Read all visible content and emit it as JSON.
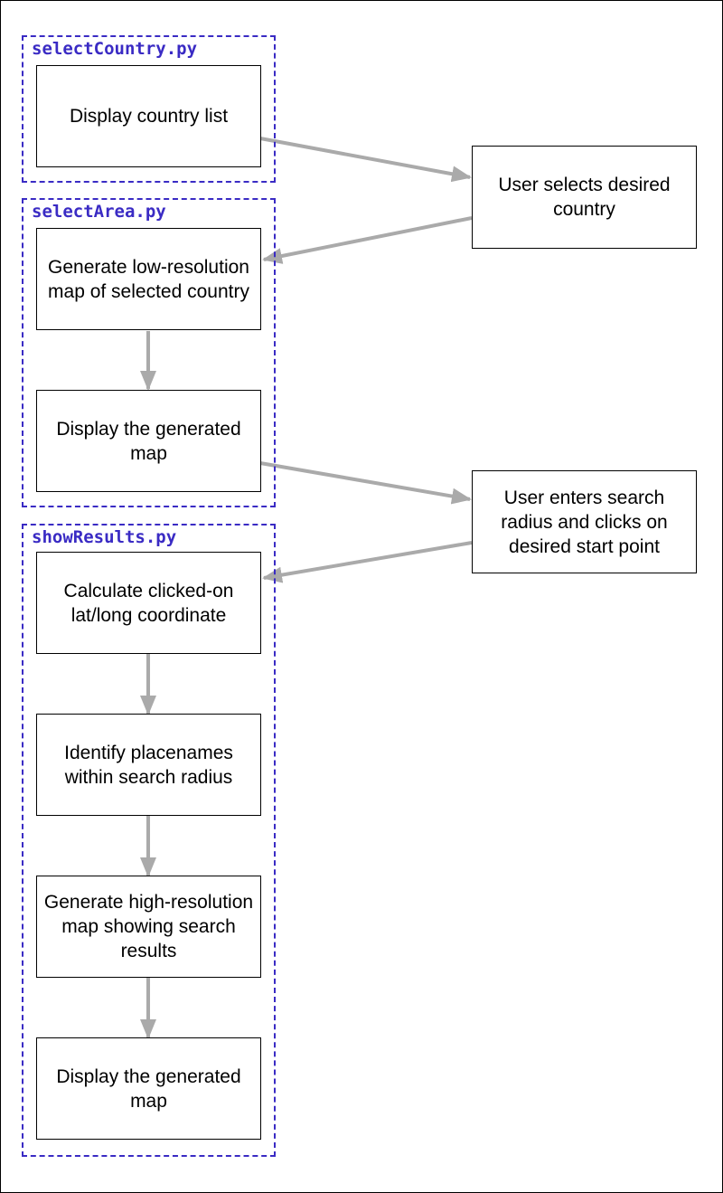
{
  "modules": [
    {
      "title": "selectCountry.py"
    },
    {
      "title": "selectArea.py"
    },
    {
      "title": "showResults.py"
    }
  ],
  "steps": [
    "Display country list",
    "Generate low-resolution map of selected country",
    "Display the generated map",
    "Calculate clicked-on lat/long coordinate",
    "Identify placenames within search radius",
    "Generate high-resolution map showing search results",
    "Display the generated map"
  ],
  "user_actions": [
    "User selects desired country",
    "User enters search radius and clicks on desired start point"
  ],
  "colors": {
    "module_border": "#3a2bc4",
    "arrow": "#aaaaaa",
    "box_border": "#000000"
  }
}
